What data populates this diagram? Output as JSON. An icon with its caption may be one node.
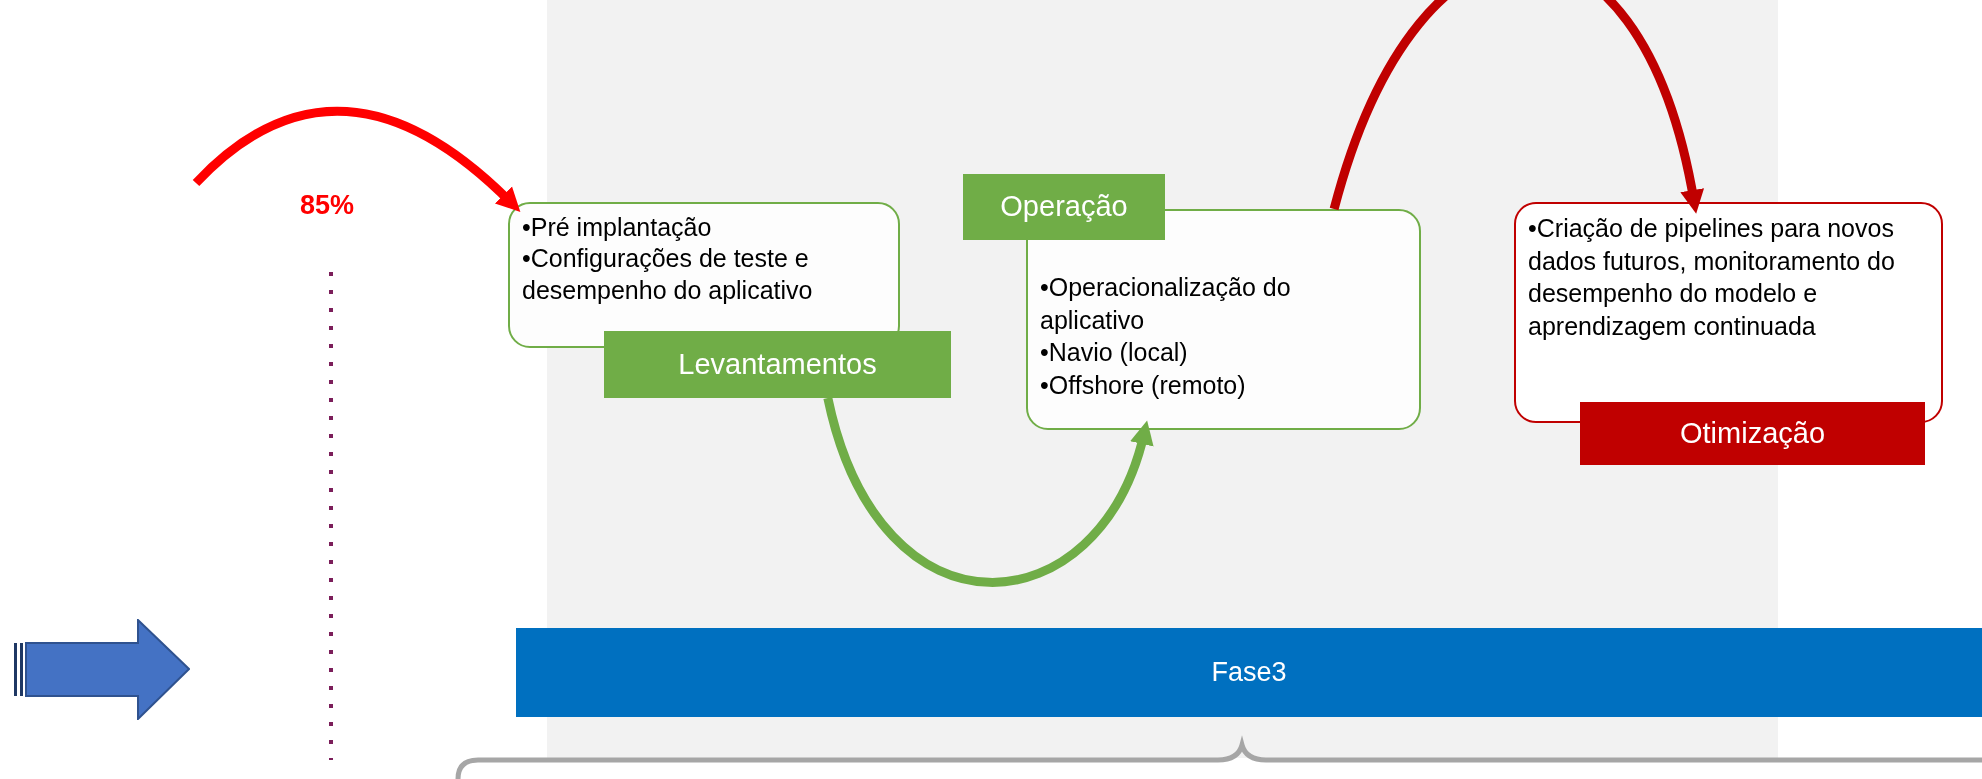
{
  "diagram": {
    "nodes": [
      {
        "text": [
          "•Pré implantação",
          "•Configurações de teste e desempenho do aplicativo"
        ]
      },
      {
        "text": [
          "Levantamentos"
        ]
      },
      {
        "text": [
          "Operação"
        ]
      },
      {
        "text": [
          "•Operacionalização do aplicativo",
          "•Navio (local)",
          "•Offshore (remoto)"
        ]
      },
      {
        "text": [
          "•Criação de pipelines para novos dados futuros, monitoramento do desempenho do modelo e aprendizagem continuada"
        ]
      },
      {
        "text": [
          "Otimização"
        ]
      },
      {
        "text": [
          "Fase3"
        ]
      },
      {
        "text": [],
        "shape": "arrow"
      }
    ],
    "edges": [
      {
        "from": null,
        "to": 0,
        "arrow": "to",
        "label": "85%",
        "color": "#ff0000"
      },
      {
        "from": 1,
        "to": 3,
        "arrow": "to",
        "color": "#70ad47"
      },
      {
        "from": 3,
        "to": 4,
        "arrow": "to",
        "color": "#c00000"
      }
    ]
  }
}
